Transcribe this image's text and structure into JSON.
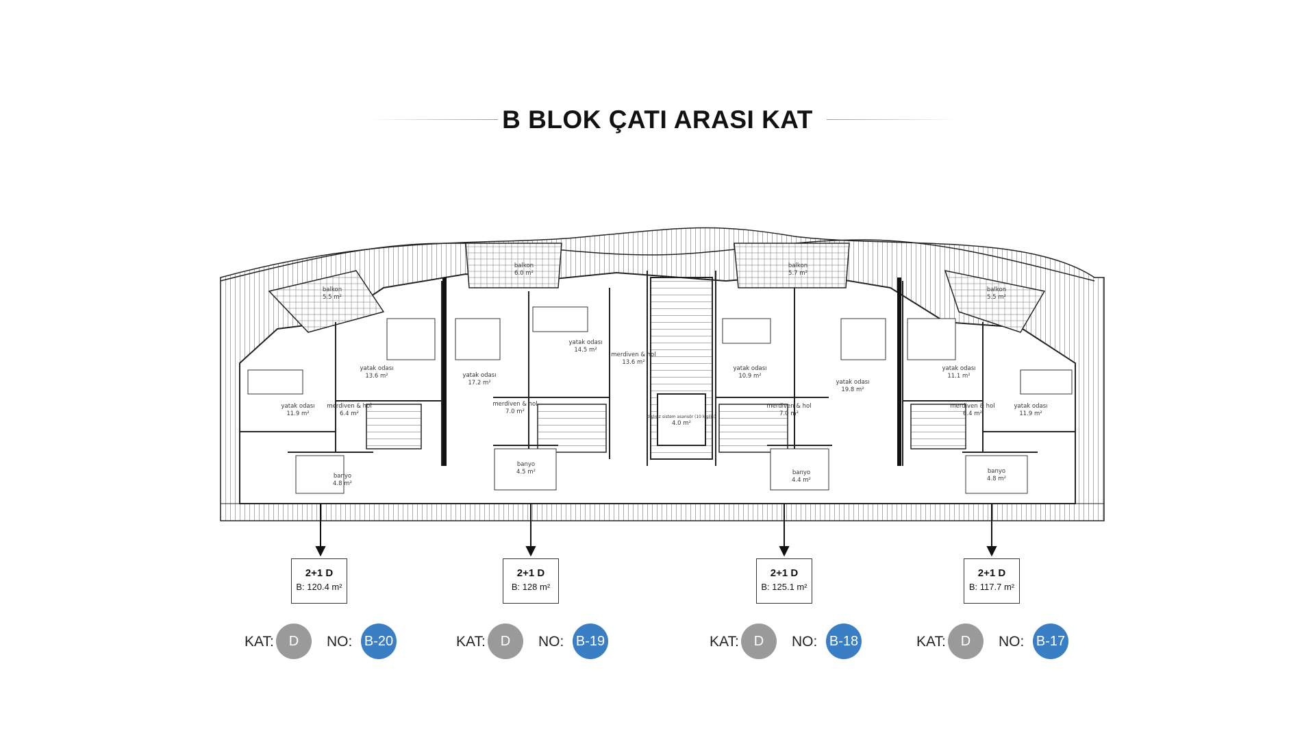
{
  "title": "B BLOK ÇATI ARASI  KAT",
  "rooms": [
    {
      "name": "balkon",
      "area": "5.5 m²"
    },
    {
      "name": "balkon",
      "area": "6.0 m²"
    },
    {
      "name": "balkon",
      "area": "5.7 m²"
    },
    {
      "name": "balkon",
      "area": "5.5 m²"
    },
    {
      "name": "yatak odası",
      "area": "11.9 m²"
    },
    {
      "name": "yatak odası",
      "area": "13.6 m²"
    },
    {
      "name": "yatak odası",
      "area": "17.2 m²"
    },
    {
      "name": "yatak odası",
      "area": "14.5 m²"
    },
    {
      "name": "merdiven & hol",
      "area": "13.6 m²"
    },
    {
      "name": "yatak odası",
      "area": "10.9 m²"
    },
    {
      "name": "yatak odası",
      "area": "19.8 m²"
    },
    {
      "name": "yatak odası",
      "area": "11.1 m²"
    },
    {
      "name": "yatak odası",
      "area": "11.9 m²"
    },
    {
      "name": "merdiven & hol",
      "area": "6.4 m²"
    },
    {
      "name": "merdiven & hol",
      "area": "7.0 m²"
    },
    {
      "name": "merdiven & hol",
      "area": "7.0 m²"
    },
    {
      "name": "merdiven & hol",
      "area": "6.4 m²"
    },
    {
      "name": "banyo",
      "area": "4.8 m²"
    },
    {
      "name": "banyo",
      "area": "4.5 m²"
    },
    {
      "name": "banyo",
      "area": "4.4 m²"
    },
    {
      "name": "banyo",
      "area": "4.8 m²"
    },
    {
      "name": "dışlısız sistem asansör (10 kişilik)",
      "area": "4.0 m²"
    }
  ],
  "units": [
    {
      "type": "2+1 D",
      "area": "B: 120.4 m²",
      "kat_label": "KAT:",
      "kat": "D",
      "no_label": "NO:",
      "no": "B-20"
    },
    {
      "type": "2+1 D",
      "area": "B: 128 m²",
      "kat_label": "KAT:",
      "kat": "D",
      "no_label": "NO:",
      "no": "B-19"
    },
    {
      "type": "2+1 D",
      "area": "B: 125.1 m²",
      "kat_label": "KAT:",
      "kat": "D",
      "no_label": "NO:",
      "no": "B-18"
    },
    {
      "type": "2+1 D",
      "area": "B: 117.7 m²",
      "kat_label": "KAT:",
      "kat": "D",
      "no_label": "NO:",
      "no": "B-17"
    }
  ],
  "colors": {
    "kat_circle": "#9a9a9a",
    "no_circle": "#3a7ec4",
    "line": "#222222"
  }
}
